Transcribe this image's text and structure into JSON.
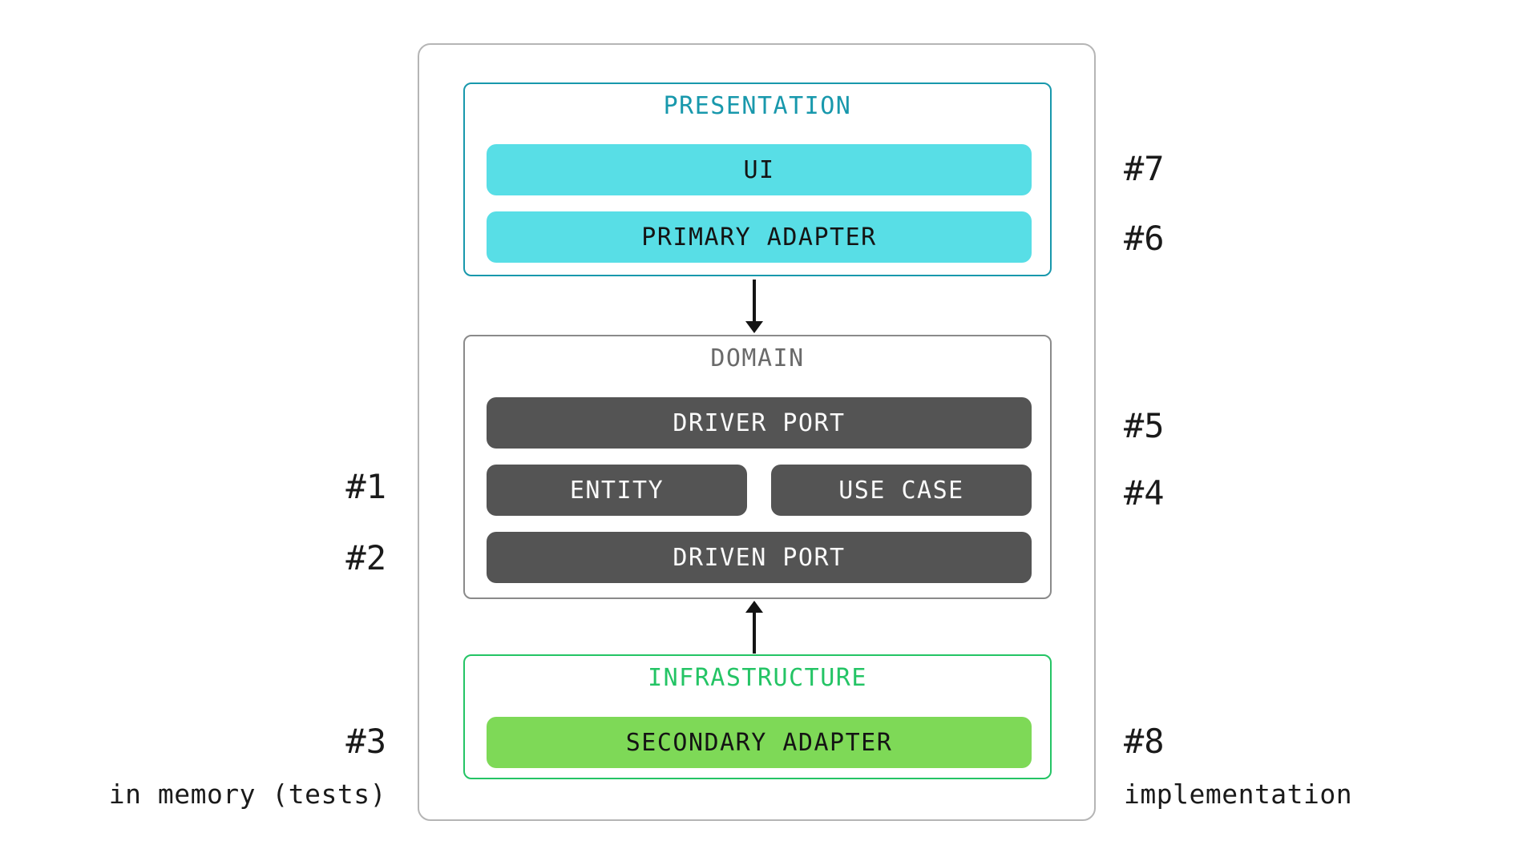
{
  "colors": {
    "accent-teal": "#1898ac",
    "cyan-fill": "#58dee6",
    "dark-fill": "#545454",
    "gray-border": "#8a8a8a",
    "gray-title": "#6a6a6a",
    "outer-border": "#b5b5b5",
    "green-accent": "#24c465",
    "green-fill": "#7ed957",
    "arrow-color": "#141414",
    "label-color": "#1a1a1a"
  },
  "layers": {
    "presentation": {
      "title": "PRESENTATION",
      "items": {
        "ui": "UI",
        "primary_adapter": "PRIMARY ADAPTER"
      }
    },
    "domain": {
      "title": "DOMAIN",
      "items": {
        "driver_port": "DRIVER PORT",
        "entity": "ENTITY",
        "use_case": "USE CASE",
        "driven_port": "DRIVEN PORT"
      }
    },
    "infrastructure": {
      "title": "INFRASTRUCTURE",
      "items": {
        "secondary_adapter": "SECONDARY ADAPTER"
      }
    }
  },
  "annotations": {
    "entity": "#1",
    "driven_port": "#2",
    "secondary_adapter_left": "#3",
    "use_case": "#4",
    "driver_port": "#5",
    "primary_adapter": "#6",
    "ui": "#7",
    "secondary_adapter_right": "#8"
  },
  "captions": {
    "bottom_left": "in memory (tests)",
    "bottom_right": "implementation"
  }
}
